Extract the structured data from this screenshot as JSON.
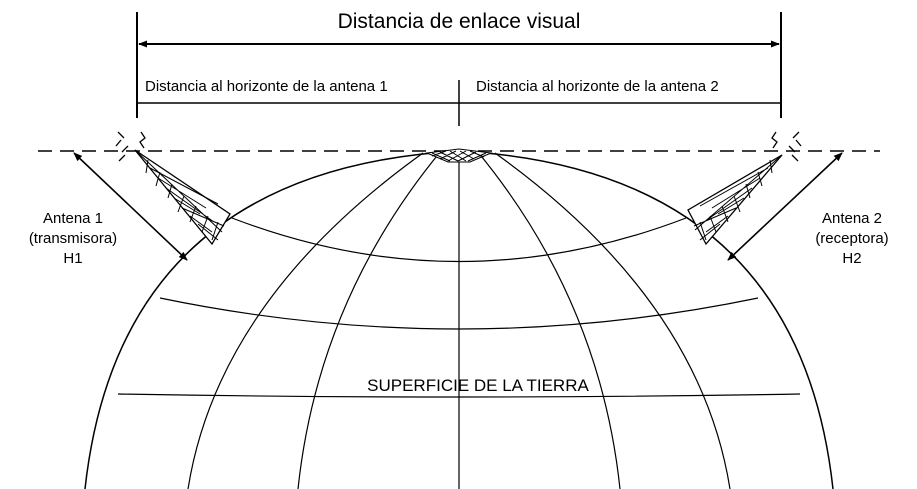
{
  "diagram": {
    "title": "Distancia de enlace visual",
    "horizon_1": "Distancia al horizonte de la antena 1",
    "horizon_2": "Distancia al horizonte de la antena 2",
    "antenna_1": {
      "line1": "Antena 1",
      "line2": "(transmisora)",
      "line3": "H1"
    },
    "antenna_2": {
      "line1": "Antena 2",
      "line2": "(receptora)",
      "line3": "H2"
    },
    "earth_label": "SUPERFICIE DE LA TIERRA"
  }
}
